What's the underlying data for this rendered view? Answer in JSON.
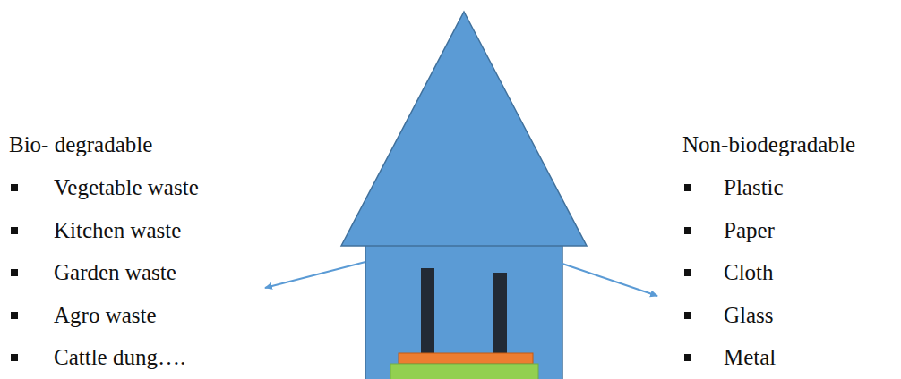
{
  "diagram": {
    "labels": [
      "Bio- degradable",
      "Vegetable waste",
      "Kitchen waste",
      "Garden waste",
      "Agro waste",
      "Cattle dung….",
      "Non-biodegradable",
      "Plastic",
      "Paper",
      "Cloth",
      "Glass",
      "Metal"
    ]
  }
}
